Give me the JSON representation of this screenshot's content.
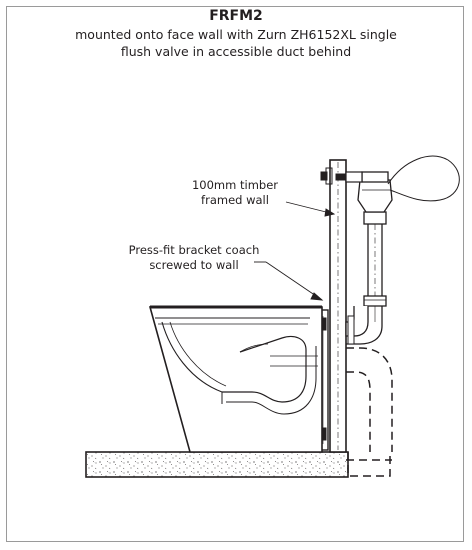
{
  "diagram": {
    "title": "FRFM2",
    "subtitle_line1": "mounted onto face wall with Zurn ZH6152XL single",
    "subtitle_line2": "flush valve in accessible duct behind",
    "callouts": [
      {
        "line1": "100mm timber",
        "line2": "framed wall"
      },
      {
        "line1": "Press-fit bracket coach",
        "line2": "screwed to wall"
      }
    ],
    "colors": {
      "stroke": "#231f20",
      "fill": "#ffffff",
      "border": "#9a9a9a"
    }
  }
}
